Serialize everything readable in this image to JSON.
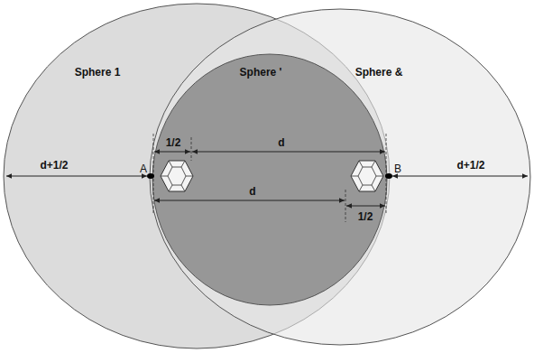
{
  "diagram": {
    "nodes": [
      {
        "text": [
          "Sphere 1"
        ]
      },
      {
        "text": [
          "Sphere '"
        ]
      },
      {
        "text": [
          "Sphere &"
        ]
      }
    ],
    "labels": [
      "d+1/2",
      "A",
      "1/2",
      "d",
      "d",
      "1/2",
      "B",
      "d+1/2"
    ]
  }
}
